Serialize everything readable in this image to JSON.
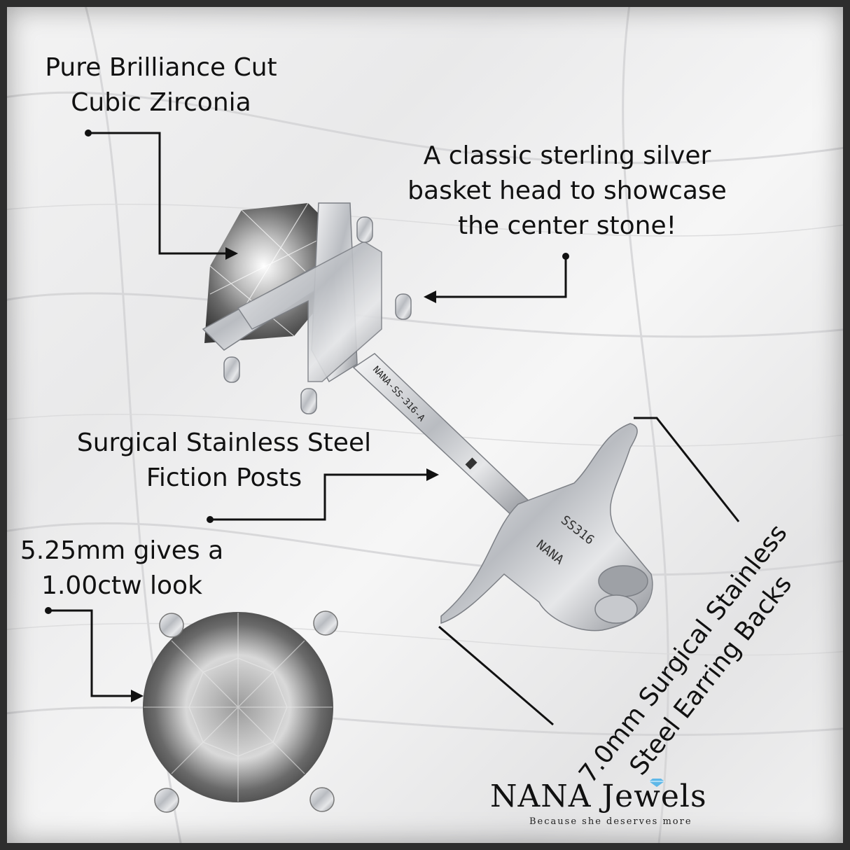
{
  "labels": {
    "stone_line1": "Pure Brilliance Cut",
    "stone_line2": "Cubic Zirconia",
    "basket_line1": "A classic sterling silver",
    "basket_line2": "basket head to showcase",
    "basket_line3": "the center stone!",
    "post_line1": "Surgical Stainless Steel",
    "post_line2": "Fiction Posts",
    "size_line1": "5.25mm gives a",
    "size_line2": "1.00ctw look",
    "back_line1": "7.0mm Surgical Stainless",
    "back_line2": "Steel Earring Backs"
  },
  "engravings": {
    "post": "NANA-SS-316-A",
    "back_top": "SS316",
    "back_bottom": "NANA"
  },
  "brand": {
    "name": "NANA Jewels",
    "tagline": "Because she deserves more"
  },
  "colors": {
    "text": "#111111",
    "frame": "#2d2d2d",
    "metal": "#c9cbcf",
    "gem_accent": "#5fb8e8"
  }
}
